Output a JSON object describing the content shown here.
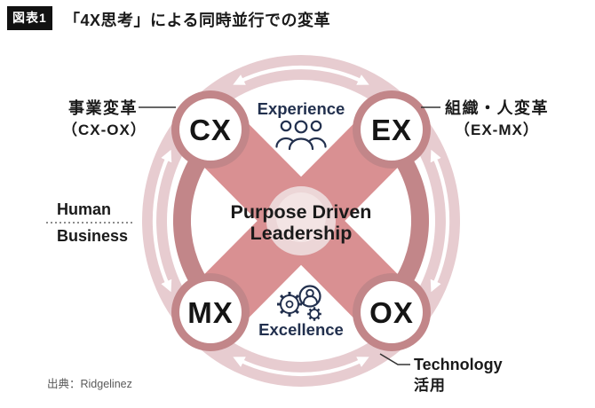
{
  "figure_label": "図表1",
  "title": "「4X思考」による同時並行での変革",
  "source": "出典：Ridgelinez",
  "center": {
    "line1": "Purpose Driven",
    "line2": "Leadership"
  },
  "axes": {
    "top": "Experience",
    "bottom": "Excellence"
  },
  "nodes": {
    "top_left": "CX",
    "top_right": "EX",
    "bottom_left": "MX",
    "bottom_right": "OX"
  },
  "annotations": {
    "business_transformation": {
      "line1": "事業変革",
      "line2": "（CX-OX）"
    },
    "org_people_transformation": {
      "line1": "組織・人変革",
      "line2": "（EX-MX）"
    },
    "human_label": "Human",
    "business_label": "Business",
    "technology": {
      "line1": "Technology",
      "line2": "活用"
    }
  },
  "colors": {
    "outer_ring": "#e7ccd0",
    "inner_ring": "#c28689",
    "cross": "#d99092",
    "center_circle": "#ecd6d7",
    "center_circle_highlight": "#f3e4e4",
    "navy_text": "#22304e",
    "text_black": "#1a1a1a",
    "badge_bg": "#111111",
    "source_gray": "#5a5a5a"
  }
}
